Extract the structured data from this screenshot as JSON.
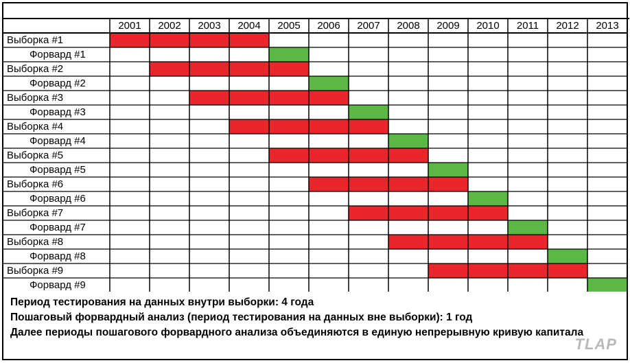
{
  "years": [
    "2001",
    "2002",
    "2003",
    "2004",
    "2005",
    "2006",
    "2007",
    "2008",
    "2009",
    "2010",
    "2011",
    "2012",
    "2013"
  ],
  "rows": [
    {
      "label": "Выборка #1",
      "kind": "in",
      "start": 0,
      "span": 4
    },
    {
      "label": "Форвард #1",
      "kind": "out",
      "start": 4,
      "span": 1
    },
    {
      "label": "Выборка #2",
      "kind": "in",
      "start": 1,
      "span": 4
    },
    {
      "label": "Форвард #2",
      "kind": "out",
      "start": 5,
      "span": 1
    },
    {
      "label": "Выборка #3",
      "kind": "in",
      "start": 2,
      "span": 4
    },
    {
      "label": "Форвард #3",
      "kind": "out",
      "start": 6,
      "span": 1
    },
    {
      "label": "Выборка #4",
      "kind": "in",
      "start": 3,
      "span": 4
    },
    {
      "label": "Форвард #4",
      "kind": "out",
      "start": 7,
      "span": 1
    },
    {
      "label": "Выборка #5",
      "kind": "in",
      "start": 4,
      "span": 4
    },
    {
      "label": "Форвард #5",
      "kind": "out",
      "start": 8,
      "span": 1
    },
    {
      "label": "Выборка #6",
      "kind": "in",
      "start": 5,
      "span": 4
    },
    {
      "label": "Форвард #6",
      "kind": "out",
      "start": 9,
      "span": 1
    },
    {
      "label": "Выборка #7",
      "kind": "in",
      "start": 6,
      "span": 4
    },
    {
      "label": "Форвард #7",
      "kind": "out",
      "start": 10,
      "span": 1
    },
    {
      "label": "Выборка #8",
      "kind": "in",
      "start": 7,
      "span": 4
    },
    {
      "label": "Форвард #8",
      "kind": "out",
      "start": 11,
      "span": 1
    },
    {
      "label": "Выборка #9",
      "kind": "in",
      "start": 8,
      "span": 4
    },
    {
      "label": "Форвард #9",
      "kind": "out",
      "start": 12,
      "span": 1
    }
  ],
  "colors": {
    "in_sample": "#e8262c",
    "out_sample": "#5cb845",
    "grid": "#000000"
  },
  "notes": [
    "Период тестирования на данных внутри выборки: 4 года",
    "Пошаговый форвардный анализ (период тестирования на данных вне выборки): 1 год",
    "Далее периоды пошагового форвардного анализа объединяются в единую непрерывную кривую капитала"
  ],
  "logo": "TLAP"
}
